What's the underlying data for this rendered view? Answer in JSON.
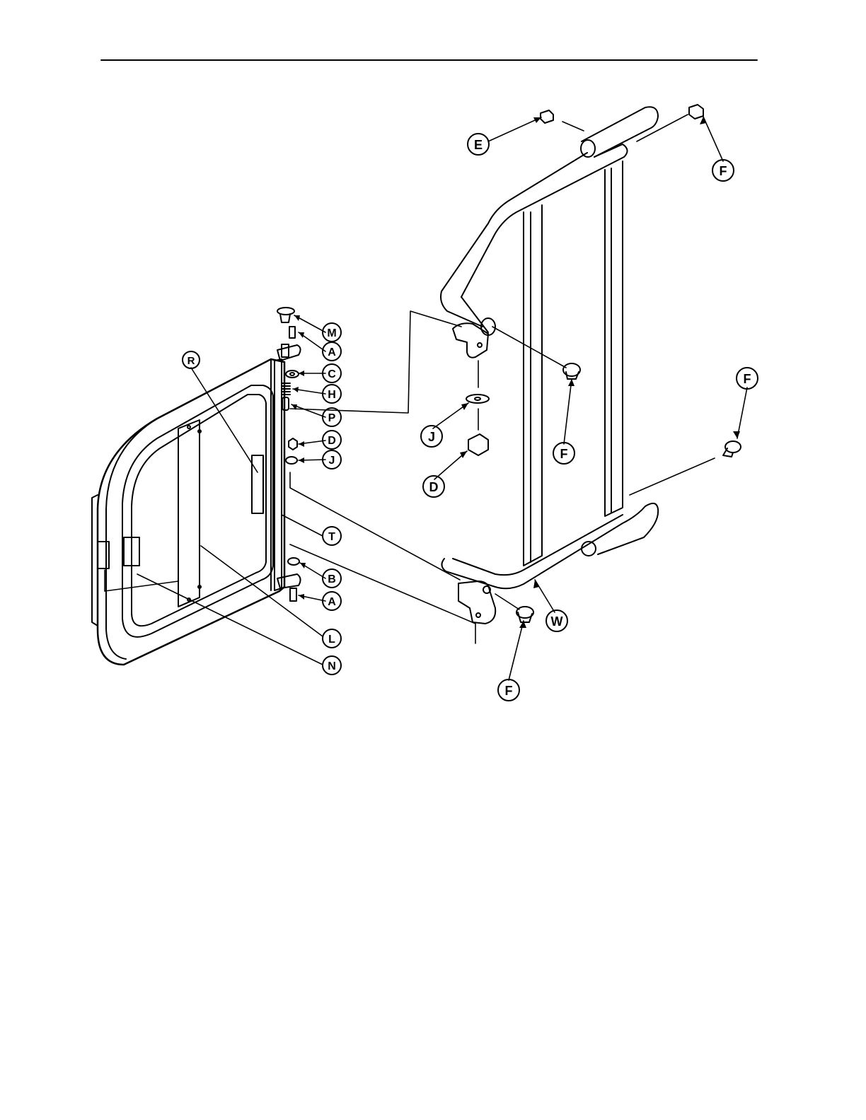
{
  "diagram": {
    "colors": {
      "ink": "#000000",
      "paper": "#ffffff"
    },
    "callouts": {
      "E": "E",
      "F1": "F",
      "M": "M",
      "A1": "A",
      "R": "R",
      "C": "C",
      "H": "H",
      "P": "P",
      "J1": "J",
      "F2": "F",
      "D1": "D",
      "J2": "J",
      "F3": "F",
      "D2": "D",
      "T": "T",
      "B": "B",
      "A2": "A",
      "W": "W",
      "L": "L",
      "N": "N",
      "F4": "F"
    }
  }
}
